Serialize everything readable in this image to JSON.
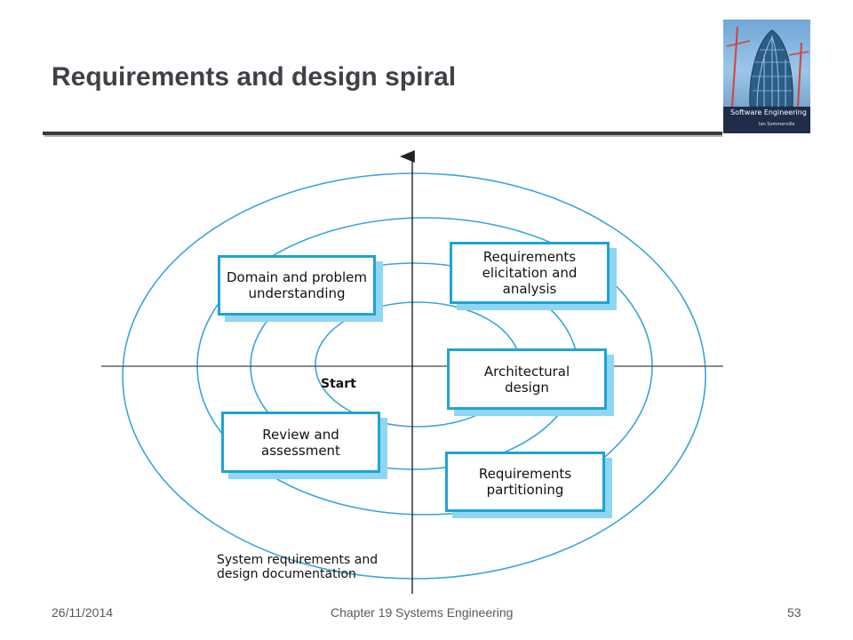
{
  "slide": {
    "title": "Requirements and design spiral",
    "cover": {
      "title": "Software Engineering",
      "author": "Ian Sommerville"
    }
  },
  "diagram": {
    "start_label": "Start",
    "outer_label": "System requirements and\ndesign documentation",
    "activities": [
      {
        "name": "domain",
        "label": "Domain and problem\nunderstanding"
      },
      {
        "name": "elicitation",
        "label": "Requirements\nelicitation and\nanalysis"
      },
      {
        "name": "architectural",
        "label": "Architectural\ndesign"
      },
      {
        "name": "review",
        "label": "Review and\nassessment"
      },
      {
        "name": "partitioning",
        "label": "Requirements\npartitioning"
      }
    ],
    "colors": {
      "spiral": "#3aa5d8",
      "box_border": "#1fa3d4",
      "box_shadow": "#8fd6f2",
      "axis": "#444444"
    }
  },
  "footer": {
    "date": "26/11/2014",
    "chapter": "Chapter 19 Systems Engineering",
    "page": "53"
  }
}
